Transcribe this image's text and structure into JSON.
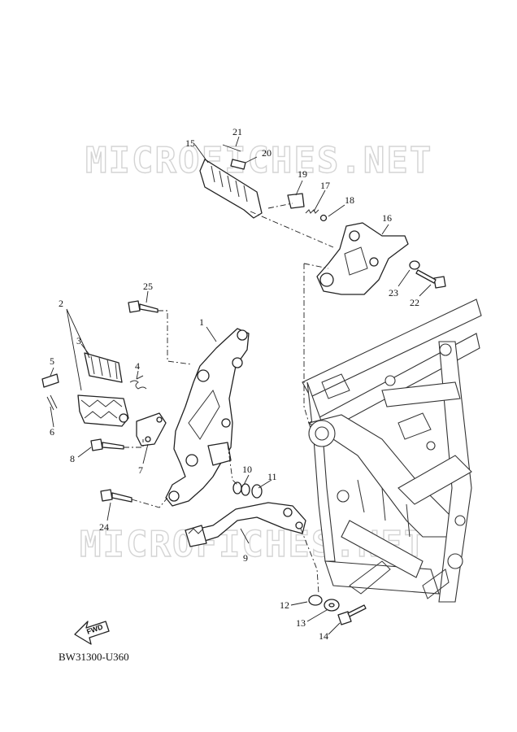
{
  "watermark": "MICROFICHES.NET",
  "diagram_code": "BW31300-U360",
  "fwd_label": "FWD",
  "callouts": [
    "1",
    "2",
    "3",
    "4",
    "5",
    "6",
    "7",
    "8",
    "9",
    "10",
    "11",
    "12",
    "13",
    "14",
    "15",
    "16",
    "17",
    "18",
    "19",
    "20",
    "21",
    "22",
    "23",
    "24",
    "25"
  ]
}
